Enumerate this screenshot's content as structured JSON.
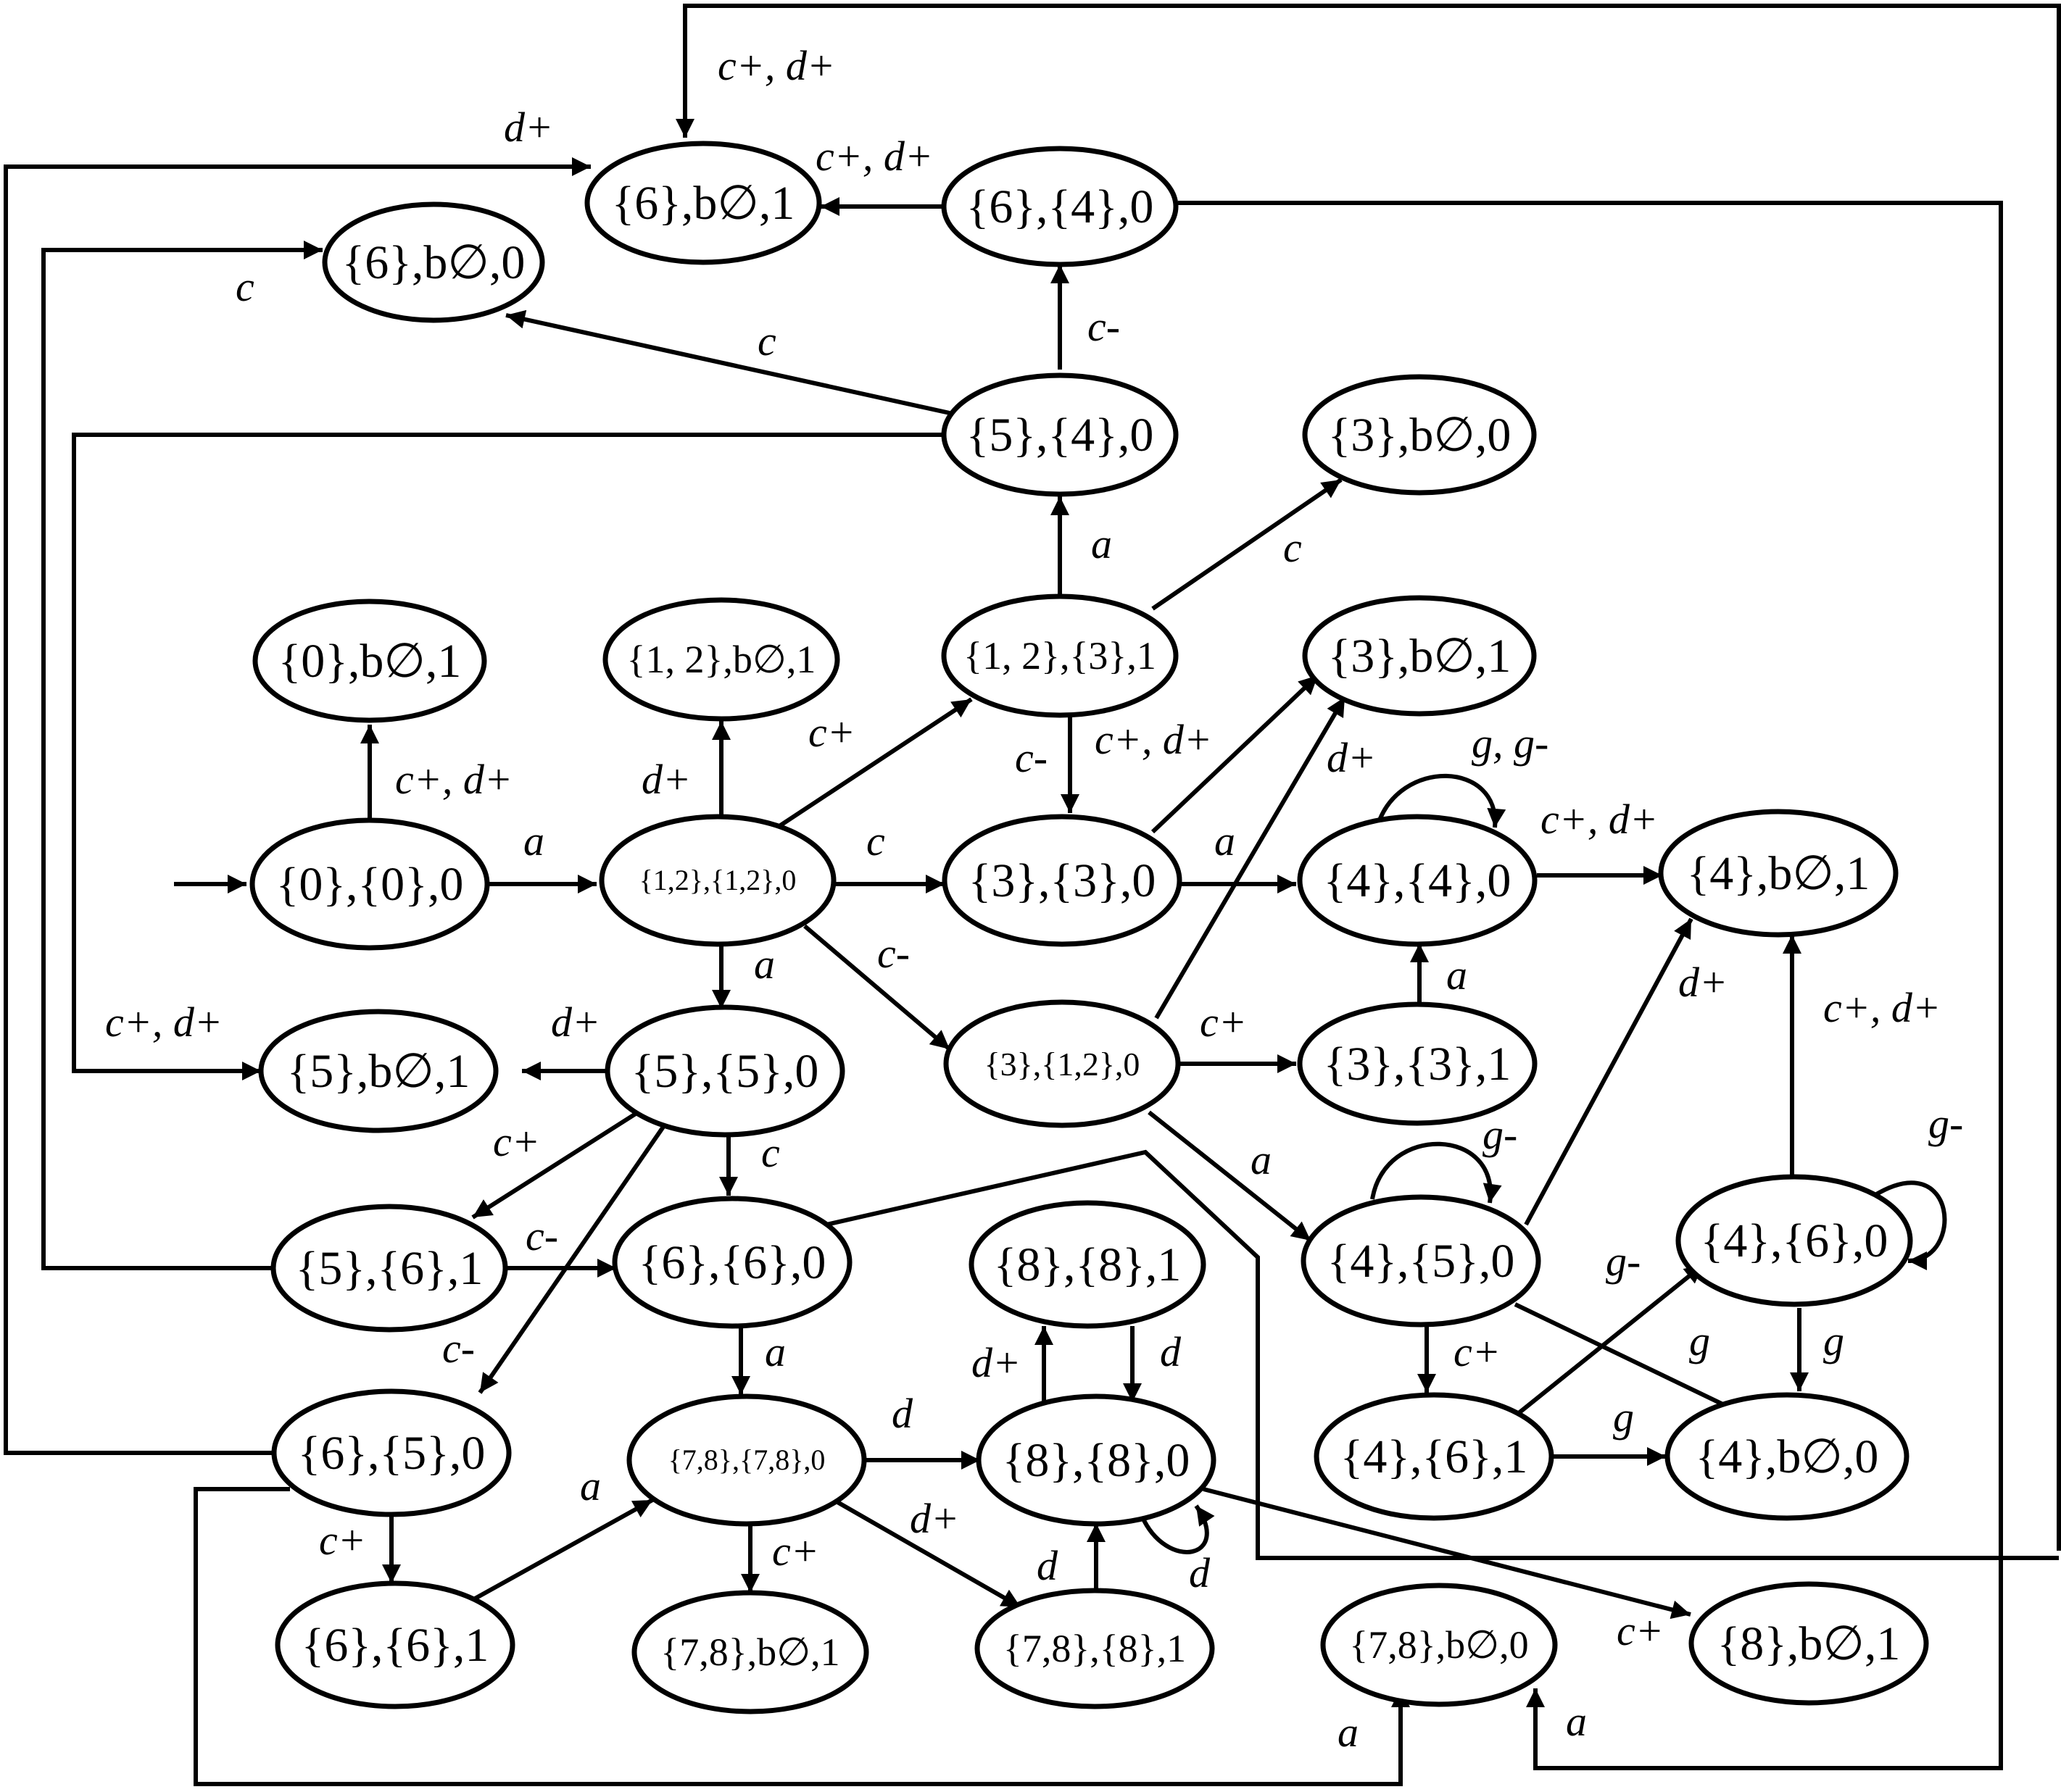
{
  "states": {
    "s6b1": "{6},b∅,1",
    "s64_0": "{6},{4},0",
    "s6b0": "{6},b∅,0",
    "s54_0": "{5},{4},0",
    "s3b0": "{3},b∅,0",
    "s0b1": "{0},b∅,1",
    "s12b1": "{1, 2},b∅,1",
    "s12_3_1": "{1, 2},{3},1",
    "s3b1": "{3},b∅,1",
    "s00_0": "{0},{0},0",
    "s1212_0": "{1,2},{1,2},0",
    "s33_0": "{3},{3},0",
    "s44_0": "{4},{4},0",
    "s4b1": "{4},b∅,1",
    "s5b1": "{5},b∅,1",
    "s55_0": "{5},{5},0",
    "s3_12_0": "{3},{1,2},0",
    "s33_1": "{3},{3},1",
    "s56_1": "{5},{6},1",
    "s66_0": "{6},{6},0",
    "s88_1": "{8},{8},1",
    "s45_0": "{4},{5},0",
    "s46_0": "{4},{6},0",
    "s65_0": "{6},{5},0",
    "s7878_0": "{7,8},{7,8},0",
    "s88_0": "{8},{8},0",
    "s46_1": "{4},{6},1",
    "s4b0": "{4},b∅,0",
    "s66_1": "{6},{6},1",
    "s78b1": "{7,8},b∅,1",
    "s78_8_1": "{7,8},{8},1",
    "s78b0": "{7,8},b∅,0",
    "s8b1": "{8},b∅,1"
  },
  "labels": {
    "top_loop": "c+, d+",
    "d_plus_top": "d+",
    "s64_to_s6b1": "c+, d+",
    "c_left": "c",
    "c_s54": "c",
    "c_minus_s54": "c-",
    "a_s54": "a",
    "c_s3b0": "c",
    "c_plus_s12_3": "c+",
    "c_minus_s33": "c-",
    "cd_plus_s3b1": "c+, d+",
    "d_plus_s12b1": "d+",
    "cd_plus_s0b1": "c+, d+",
    "a_s00": "a",
    "c_s1212": "c",
    "a_s33": "a",
    "d_plus_cross": "d+",
    "g_loop_s44": "g, g-",
    "cd_plus_s4b1": "c+, d+",
    "c_minus_s312": "c-",
    "a_s55": "a",
    "d_plus_s5b1": "d+",
    "cd_plus_s5b1": "c+, d+",
    "c_plus_s33_1": "c+",
    "a_s44_up": "a",
    "d_plus_s45": "d+",
    "cd_plus_s46": "c+, d+",
    "g_minus_loop45": "g-",
    "g_minus_loop46": "g-",
    "a_s45": "a",
    "c_plus_s56": "c+",
    "c_s66": "c",
    "c_minus_s56": "c-",
    "g_minus_s46": "g-",
    "c_plus_s46_1": "c+",
    "g_s4b0_a": "g",
    "g_s4b0_b": "g",
    "g_s4b0_c": "g",
    "c_minus_s65": "c-",
    "a_s66": "a",
    "d_plus_s88_1": "d+",
    "d_s88_0": "d",
    "d_s88": "d",
    "a_s7878": "a",
    "c_plus_s66_1": "c+",
    "c_plus_s78b1": "c+",
    "d_plus_s78_8": "d+",
    "d_up": "d",
    "d_loop": "d",
    "c_plus_s8b1": "c+",
    "a_s78b0": "a",
    "a_s78b0_b": "a"
  }
}
